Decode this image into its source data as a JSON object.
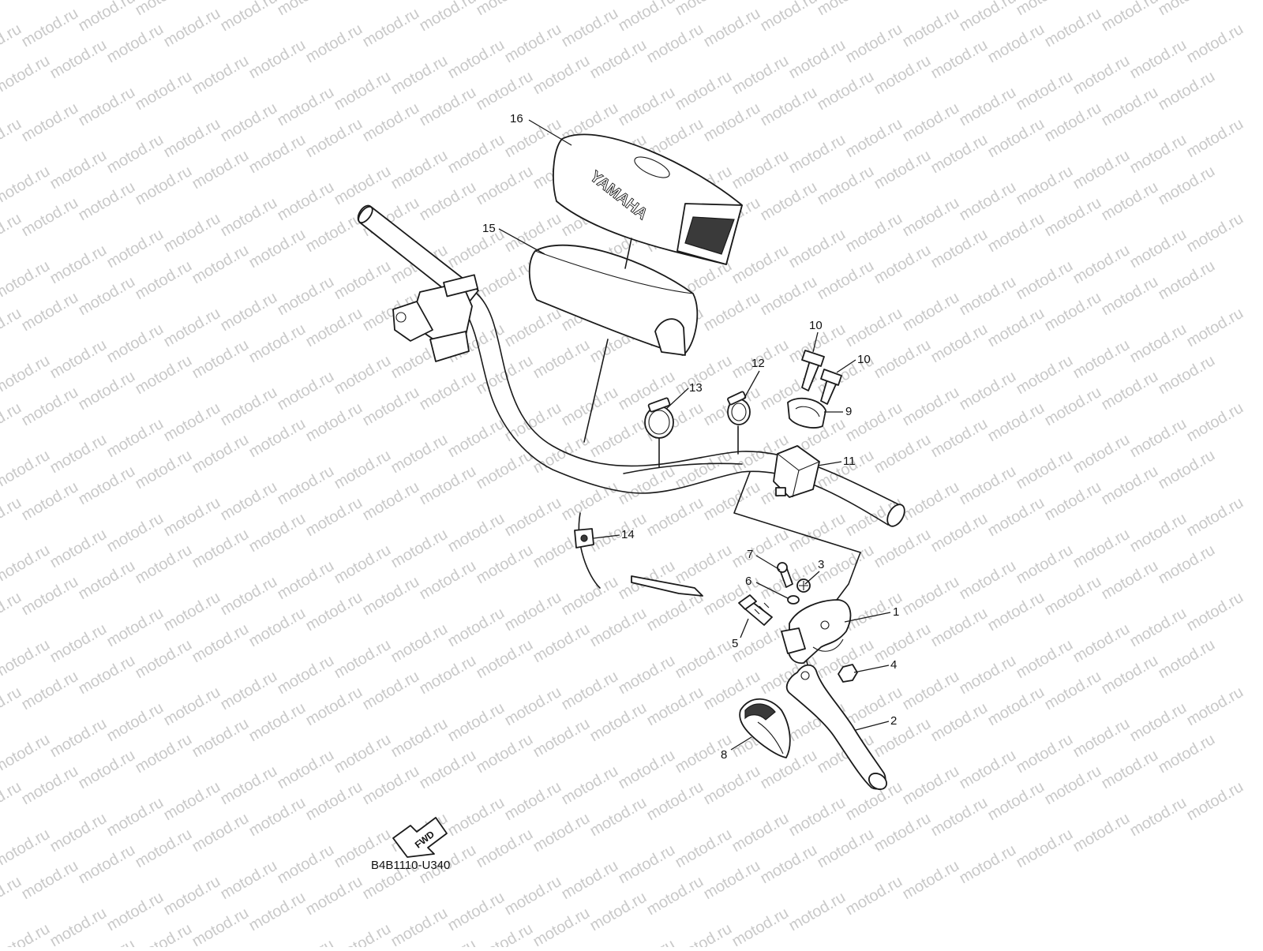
{
  "watermark": "motod.ru",
  "diagram_code": "B4B1110-U340",
  "fwd_label": "FWD",
  "brand_text": "YAMAHA",
  "callouts": [
    {
      "id": "c1",
      "text": "1"
    },
    {
      "id": "c2",
      "text": "2"
    },
    {
      "id": "c3",
      "text": "3"
    },
    {
      "id": "c4",
      "text": "4"
    },
    {
      "id": "c5",
      "text": "5"
    },
    {
      "id": "c6",
      "text": "6"
    },
    {
      "id": "c7",
      "text": "7"
    },
    {
      "id": "c8",
      "text": "8"
    },
    {
      "id": "c9",
      "text": "9"
    },
    {
      "id": "c10a",
      "text": "10"
    },
    {
      "id": "c10b",
      "text": "10"
    },
    {
      "id": "c11",
      "text": "11"
    },
    {
      "id": "c12",
      "text": "12"
    },
    {
      "id": "c13",
      "text": "13"
    },
    {
      "id": "c14",
      "text": "14"
    },
    {
      "id": "c15",
      "text": "15"
    },
    {
      "id": "c16",
      "text": "16"
    }
  ]
}
